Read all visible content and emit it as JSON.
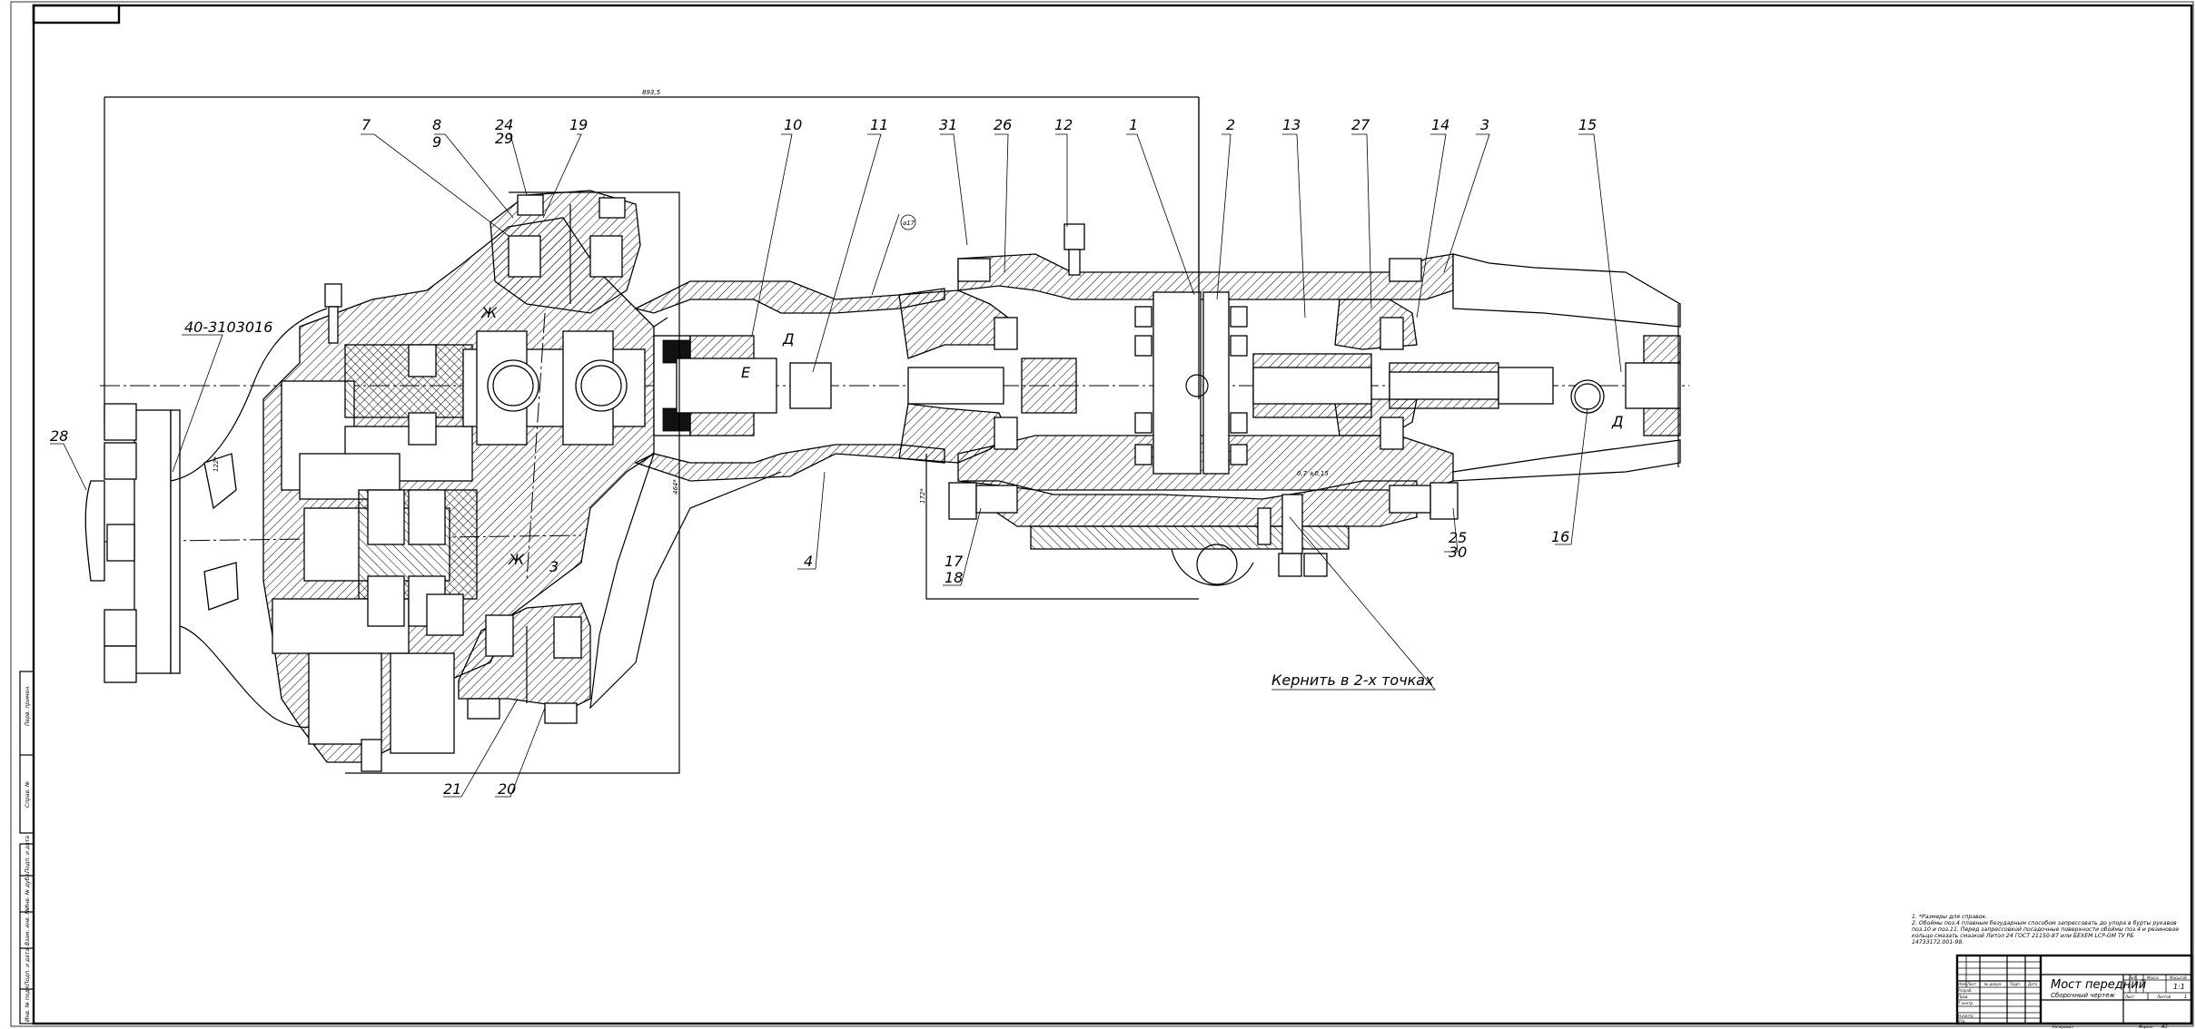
{
  "drawing": {
    "title": "Мост передний",
    "subtitle": "Сборочный чертеж",
    "scale": "1:1",
    "sheet_label": "Лист",
    "sheets_label": "Листов",
    "sheets_value": "1",
    "lit_label": "Лит.",
    "mass_label": "Масса",
    "scale_label": "Масштаб",
    "copied_label": "Копировал",
    "format_label": "Формат",
    "format_value": "А3",
    "revision_headers": [
      "Изм.",
      "Лист",
      "№ докум.",
      "Подп.",
      "Дата"
    ],
    "role_labels": [
      "Разраб.",
      "Пров.",
      "Т.контр.",
      "",
      "Н.контр.",
      "Утв."
    ],
    "side_stamp_top": [
      "Перв. примен.",
      "Справ. №"
    ],
    "side_stamp_bottom": [
      "Подп. и дата",
      "Инв. № дубл.",
      "Взам. инв. №",
      "Подп. и дата",
      "Инв. № подл."
    ]
  },
  "notes": [
    "1. *Размеры для справок.",
    "2. Обоймы поз.4 плавным безударным способом запрессовать до упора в бурты рукавов",
    "поз.10 и поз.11. Перед запрессовкой посадочные поверхности обоймы поз.4 и резиновое",
    "кольцо смазать смазкой Литол 24 ГОСТ 21150-87 или БЕХЕМ LCP-GM ТУ РБ",
    "14733172.001-98."
  ],
  "dimensions": {
    "overall": "893,5",
    "height_left": "122*",
    "height_mid": "464*",
    "height_right": "172*",
    "tol": "0,7 ±0,15",
    "hole": "⌀17"
  },
  "callouts": {
    "p7": "7",
    "p8": "8",
    "p9": "9",
    "p24": "24",
    "p29": "29",
    "p19": "19",
    "p10": "10",
    "p11": "11",
    "p31": "31",
    "p26": "26",
    "p12": "12",
    "p1": "1",
    "p2": "2",
    "p13": "13",
    "p27": "27",
    "p14": "14",
    "p3": "3",
    "p15": "15",
    "p28": "28",
    "part_number": "40-3103016",
    "p4": "4",
    "p3b": "3",
    "p21": "21",
    "p20": "20",
    "p17": "17",
    "p18": "18",
    "p25": "25",
    "p30": "30",
    "p16": "16",
    "zh1": "Ж",
    "zh2": "Ж",
    "d1": "Д",
    "d2": "Д",
    "e": "Е",
    "punch_note": "Кернить в 2-х точках"
  }
}
